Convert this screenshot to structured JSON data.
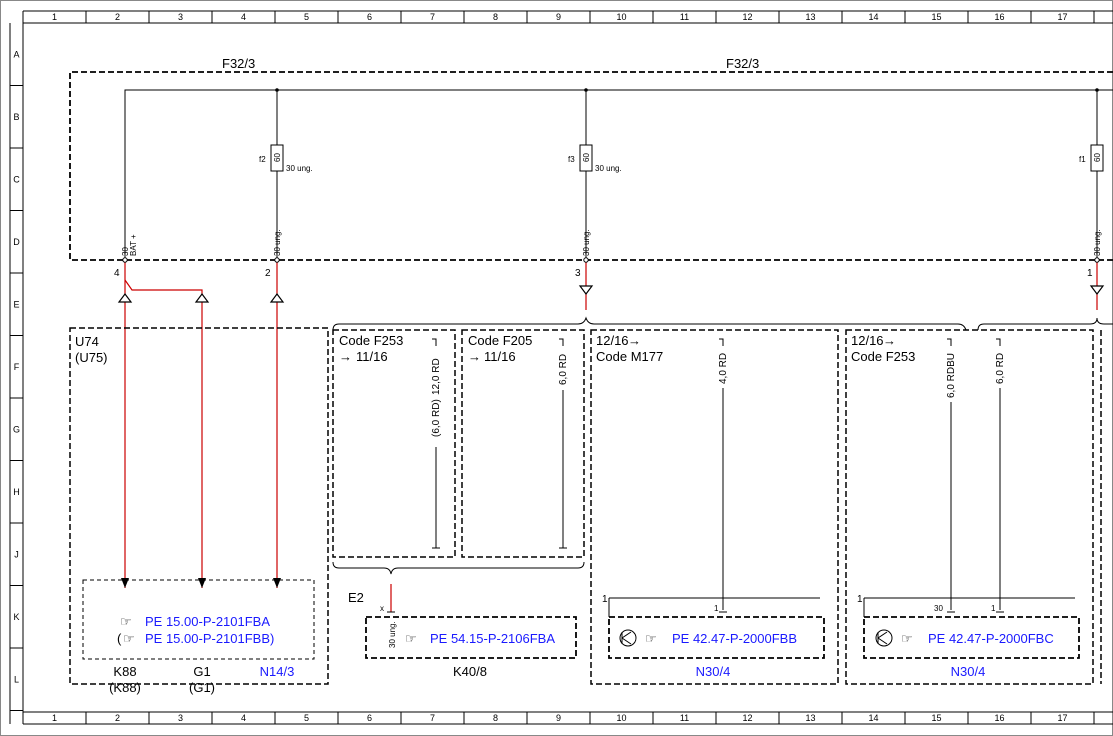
{
  "grid": {
    "cols": [
      "1",
      "2",
      "3",
      "4",
      "5",
      "6",
      "7",
      "8",
      "9",
      "10",
      "11",
      "12",
      "13",
      "14",
      "15",
      "16",
      "17"
    ],
    "rows": [
      "A",
      "B",
      "C",
      "D",
      "E",
      "F",
      "G",
      "H",
      "J",
      "K",
      "L"
    ]
  },
  "fusebox": {
    "label_left": "F32/3",
    "label_right": "F32/3"
  },
  "fuses": [
    {
      "name": "f2",
      "rating": "60",
      "terminal": "30 ung."
    },
    {
      "name": "f3",
      "rating": "60",
      "terminal": "30 ung."
    },
    {
      "name": "f1",
      "rating": "60",
      "terminal": "30 ung."
    }
  ],
  "pins": {
    "p4": "4",
    "p2": "2",
    "p3": "3",
    "p1": "1",
    "t_bat_num": "30",
    "t_bat": "BAT +",
    "t_f2": "30 ung.",
    "t_f3": "30 ung.",
    "t_f1": "30 ung."
  },
  "u74": {
    "title": "U74",
    "subtitle": "(U75)",
    "ref1": "PE 15.00-P-2101FBA",
    "ref2_open": "(",
    "ref2": "PE 15.00-P-2101FBB)",
    "foot": [
      {
        "name": "K88",
        "sub": "(K88)"
      },
      {
        "name": "G1",
        "sub": "(G1)"
      },
      {
        "name": "N14/3",
        "sub": ""
      }
    ]
  },
  "code_f253_a": {
    "code": "Code F253",
    "range": "11/16",
    "wire": "12,0 RD",
    "wire2": "(6,0 RD)"
  },
  "code_f205": {
    "code": "Code F205",
    "range": "11/16",
    "wire": "6,0 RD"
  },
  "k40": {
    "connector": "E2",
    "pin": "x",
    "terminal": "30 ung.",
    "ref": "PE 54.15-P-2106FBA",
    "name": "K40/8"
  },
  "n30a": {
    "range": "12/16",
    "code": "Code M177",
    "wire": "4,0 RD",
    "pin_left": "1",
    "pin": "1",
    "ref": "PE 42.47-P-2000FBB",
    "name": "N30/4"
  },
  "n30b": {
    "range": "12/16",
    "code": "Code F253",
    "wire1": "6,0 RDBU",
    "wire2": "6,0 RD",
    "pin_left": "1",
    "pin30": "30",
    "pin1": "1",
    "ref": "PE 42.47-P-2000FBC",
    "name": "N30/4"
  },
  "colors": {
    "wire_red": "#cc0000",
    "link_blue": "#1a1aff",
    "line": "#000000"
  }
}
